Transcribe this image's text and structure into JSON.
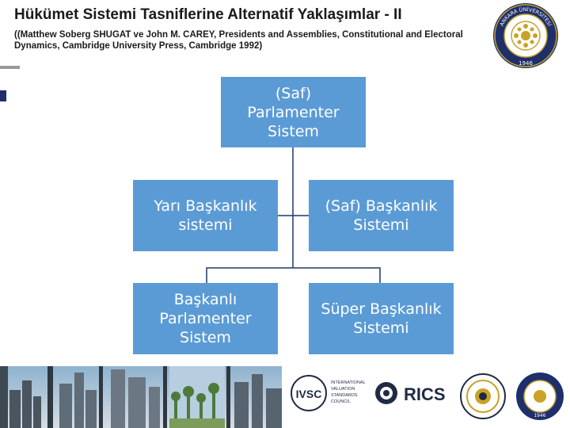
{
  "header": {
    "title": "Hükümet Sistemi Tasniflerine Alternatif Yaklaşımlar - II",
    "subtitle": "((Matthew Soberg SHUGAT ve John M. CAREY, Presidents and Assemblies, Constitutional and Electoral Dynamics, Cambridge University Press, Cambridge 1992)"
  },
  "diagram": {
    "root": "(Saf) Parlamenter Sistem",
    "left_top": "Yarı Başkanlık sistemi",
    "right_top": "(Saf) Başkanlık Sistemi",
    "left_bottom": "Başkanlı Parlamenter Sistem",
    "right_bottom": "Süper Başkanlık Sistemi"
  },
  "colors": {
    "box_fill": "#5b9bd5",
    "box_text": "#ffffff",
    "connector": "#1f3864",
    "accent_navy": "#1e2f6b",
    "seal_gold": "#c9a227"
  },
  "footer": {
    "ivsc_letters": "IVSC",
    "ivsc_full": [
      "INTERNATIONAL",
      "VALUATION",
      "STANDARDS",
      "COUNCIL"
    ],
    "rics": "RICS",
    "seal_year": "1946"
  },
  "seal": {
    "ring_text": "ANKARA ÜNİVERSİTESİ",
    "year": "1946"
  }
}
